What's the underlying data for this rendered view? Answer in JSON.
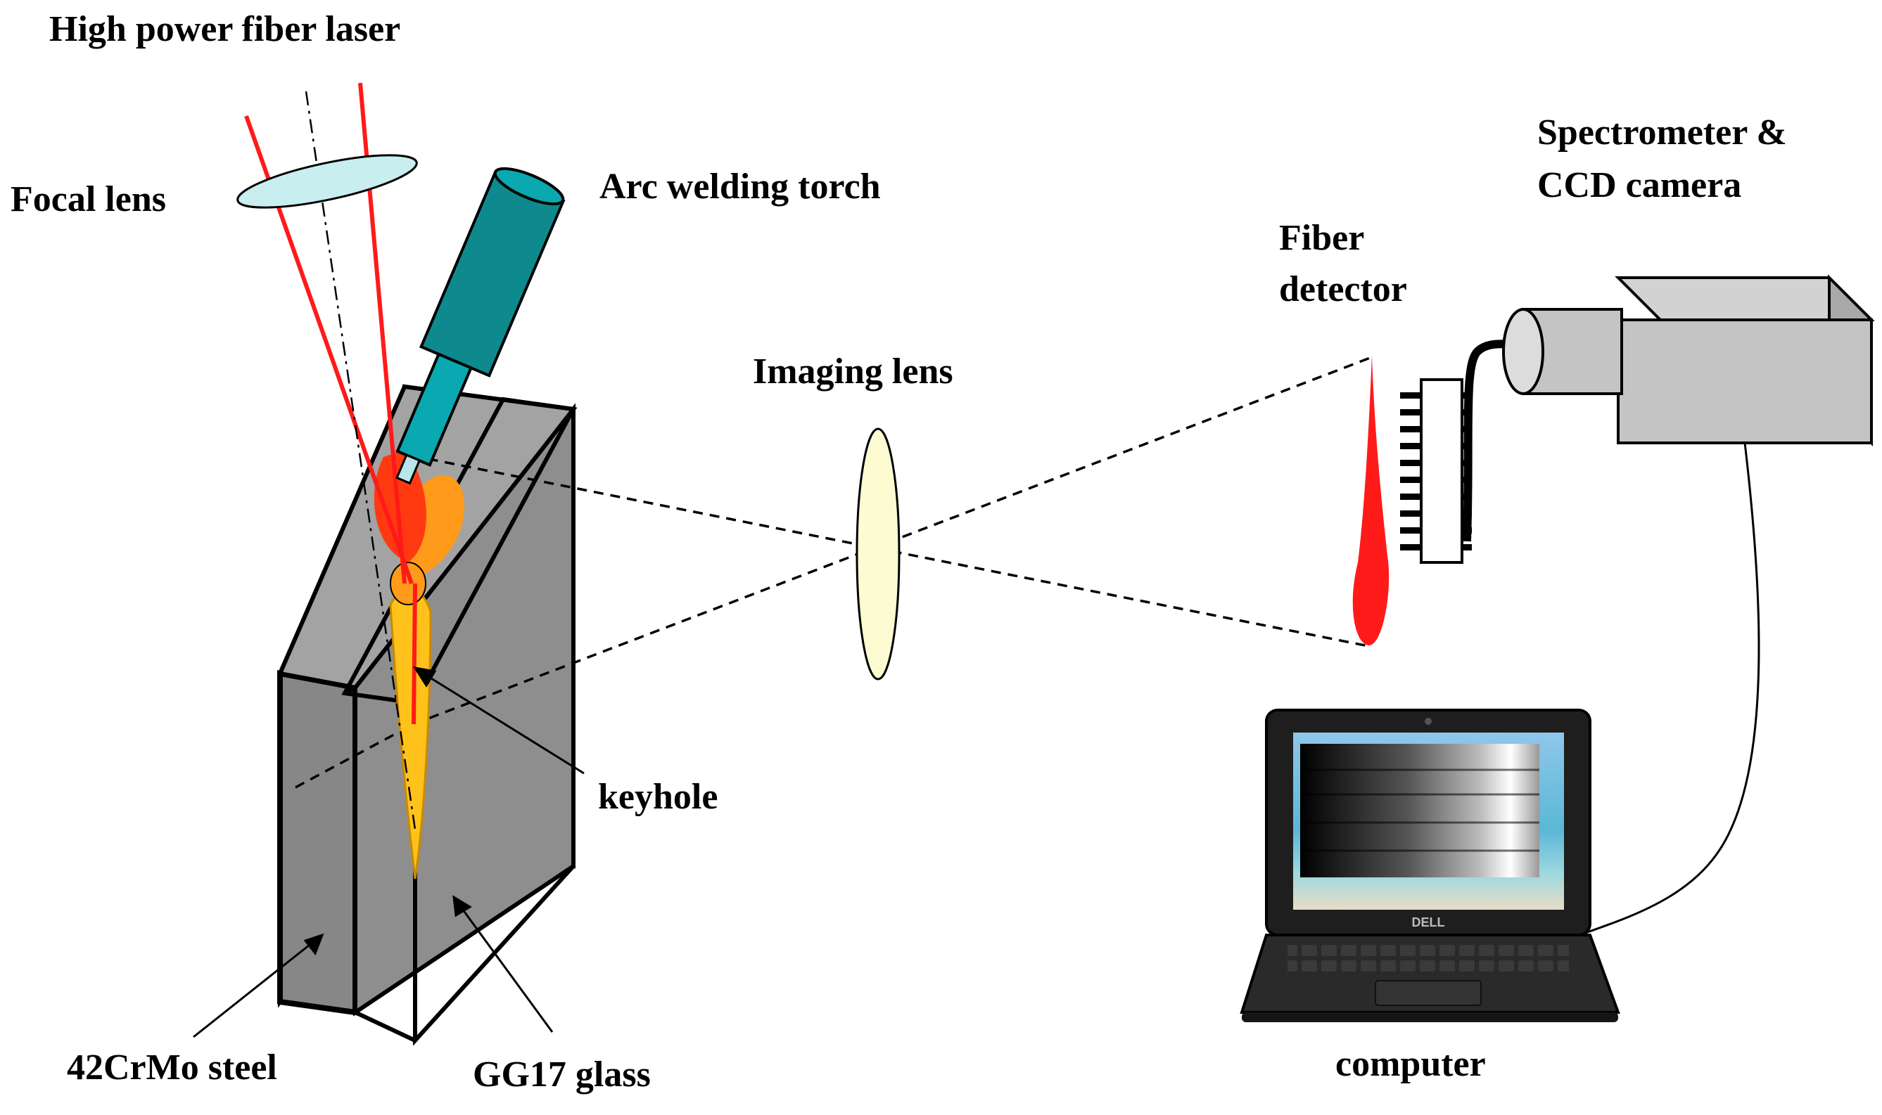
{
  "labels": {
    "laser": "High power fiber laser",
    "focal_lens": "Focal lens",
    "torch": "Arc welding torch",
    "imaging_lens": "Imaging lens",
    "fiber_line1": "Fiber",
    "fiber_line2": "detector",
    "spectro_line1": "Spectrometer &",
    "spectro_line2": "CCD camera",
    "keyhole": "keyhole",
    "steel": "42CrMo steel",
    "glass": "GG17 glass",
    "computer": "computer",
    "laptop_brand": "DELL"
  },
  "colors": {
    "laser_beam": "#ff1a1a",
    "lens_fill": "#c8eef0",
    "imaging_lens_fill": "#fdfbd2",
    "torch_body": "#0e8a8f",
    "steel_face": "#8e8e8e",
    "plasma_red": "#ff3a10",
    "arc_orange": "#ff9a1a",
    "keyhole_yellow": "#ffc21a",
    "camera_gray": "#c4c4c4",
    "laptop_body": "#1e1e1e"
  }
}
